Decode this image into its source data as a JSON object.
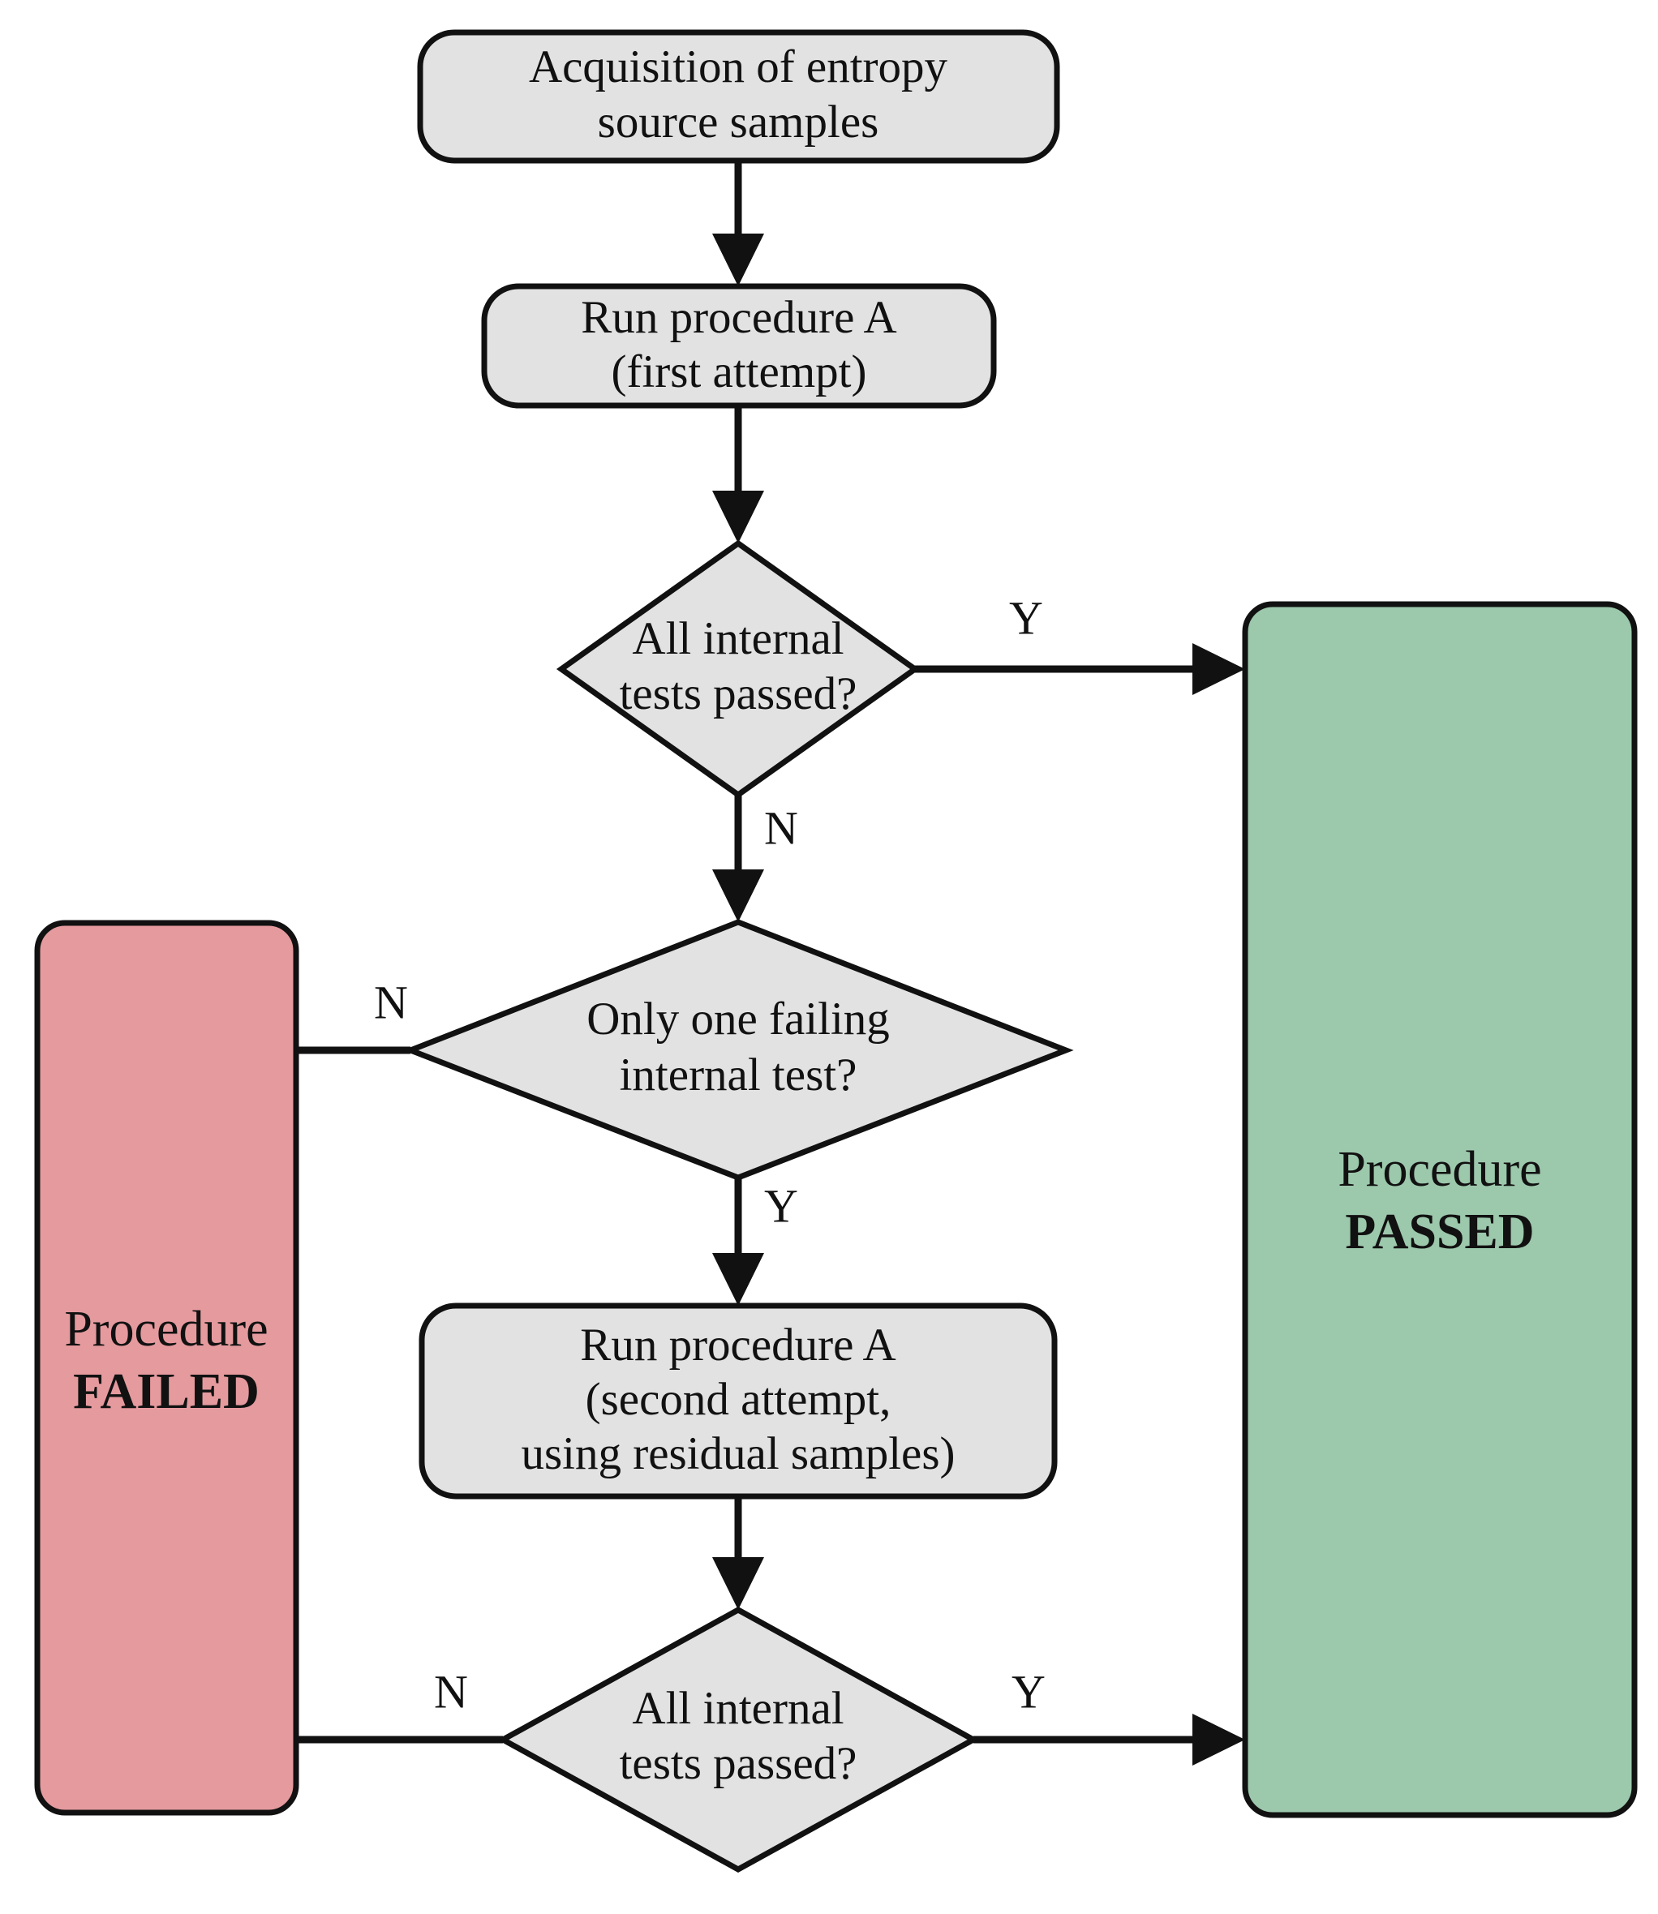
{
  "diagram": {
    "title": "Entropy source procedure A flowchart",
    "type": "flowchart",
    "colors": {
      "process_fill": "#e2e2e2",
      "decision_fill": "#e2e2e2",
      "passed_fill": "#9cc8ac",
      "failed_fill": "#e59a9e",
      "stroke": "#111111",
      "text": "#111111"
    },
    "nodes": {
      "acquisition": {
        "shape": "rounded-rect",
        "lines": [
          "Acquisition of entropy",
          "source samples"
        ]
      },
      "run_first": {
        "shape": "rounded-rect",
        "lines": [
          "Run procedure A",
          "(first attempt)"
        ]
      },
      "decision_all_tests_1": {
        "shape": "diamond",
        "lines": [
          "All internal",
          "tests passed?"
        ]
      },
      "decision_only_one_failing": {
        "shape": "diamond",
        "lines": [
          "Only one failing",
          "internal test?"
        ]
      },
      "run_second": {
        "shape": "rounded-rect",
        "lines": [
          "Run procedure A",
          "(second attempt,",
          "using residual samples)"
        ]
      },
      "decision_all_tests_2": {
        "shape": "diamond",
        "lines": [
          "All internal",
          "tests passed?"
        ]
      },
      "procedure_passed": {
        "shape": "rounded-rect",
        "lines": [
          "Procedure",
          "PASSED"
        ],
        "line1": "Procedure",
        "line2": "PASSED"
      },
      "procedure_failed": {
        "shape": "rounded-rect",
        "lines": [
          "Procedure",
          "FAILED"
        ],
        "line1": "Procedure",
        "line2": "FAILED"
      }
    },
    "edge_labels": {
      "d1_yes": "Y",
      "d1_no": "N",
      "d2_no": "N",
      "d2_yes": "Y",
      "d3_no": "N",
      "d3_yes": "Y"
    }
  }
}
